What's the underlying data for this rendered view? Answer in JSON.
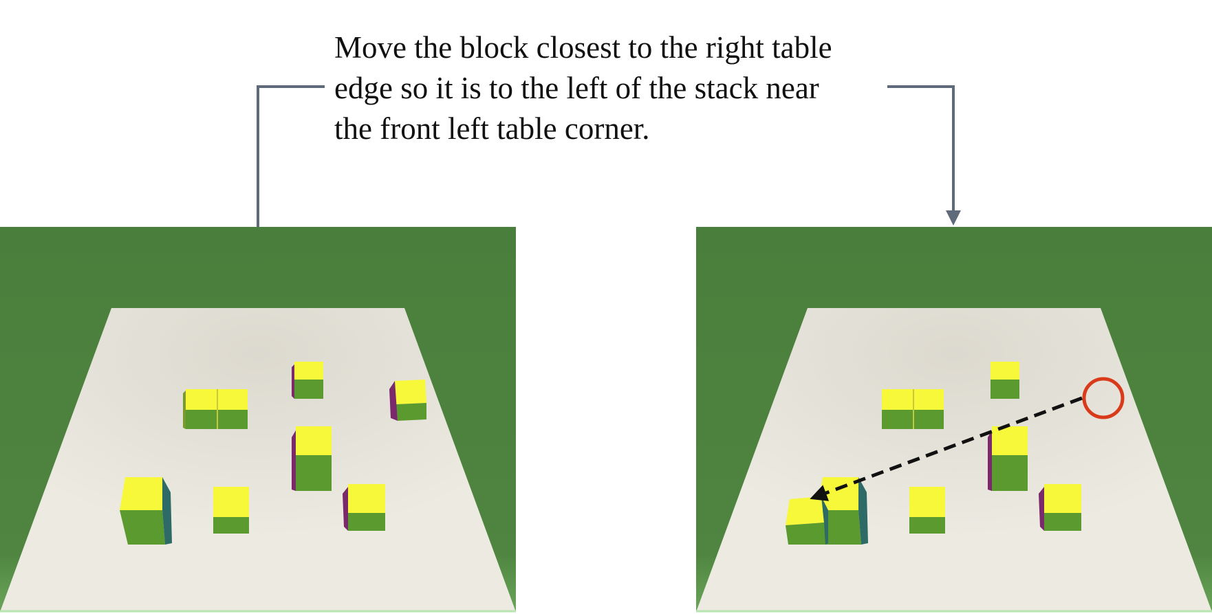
{
  "instruction": {
    "lines": [
      "Move the block closest to the right table",
      "edge so it is to the left of the stack near",
      "the front left table corner."
    ]
  },
  "colors": {
    "background_green": "#4a7e3c",
    "table_surface": "#ebe7dc",
    "block_top": "#f8f83a",
    "block_front": "#5a9a2e",
    "block_side_purple": "#7a2a6a",
    "block_side_teal": "#2e6a66",
    "connector_line": "#5f6b7a",
    "arrow": "#111111",
    "target_circle": "#d93a1a"
  },
  "panels": [
    {
      "name": "before-scene"
    },
    {
      "name": "after-scene"
    }
  ]
}
